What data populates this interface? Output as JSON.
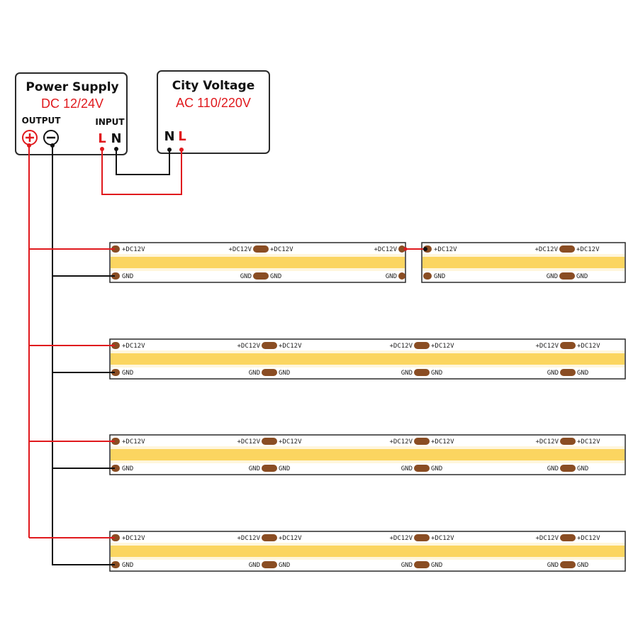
{
  "power_supply": {
    "title": "Power Supply",
    "voltage": "DC 12/24V",
    "output_label": "OUTPUT",
    "input_label": "INPUT",
    "plus_symbol": "+",
    "minus_symbol": "−",
    "input_terminals": [
      "L",
      "N"
    ]
  },
  "city_voltage": {
    "title": "City Voltage",
    "voltage": "AC 110/220V",
    "terminals": [
      "N",
      "L"
    ]
  },
  "strip": {
    "positive_label": "+DC12V",
    "ground_label": "GND"
  },
  "colors": {
    "positive_wire": "#e0191d",
    "negative_wire": "#111111",
    "led_band": "#fbd560",
    "solder_pad": "#8a4d23",
    "voltage_text": "#e0191d"
  }
}
